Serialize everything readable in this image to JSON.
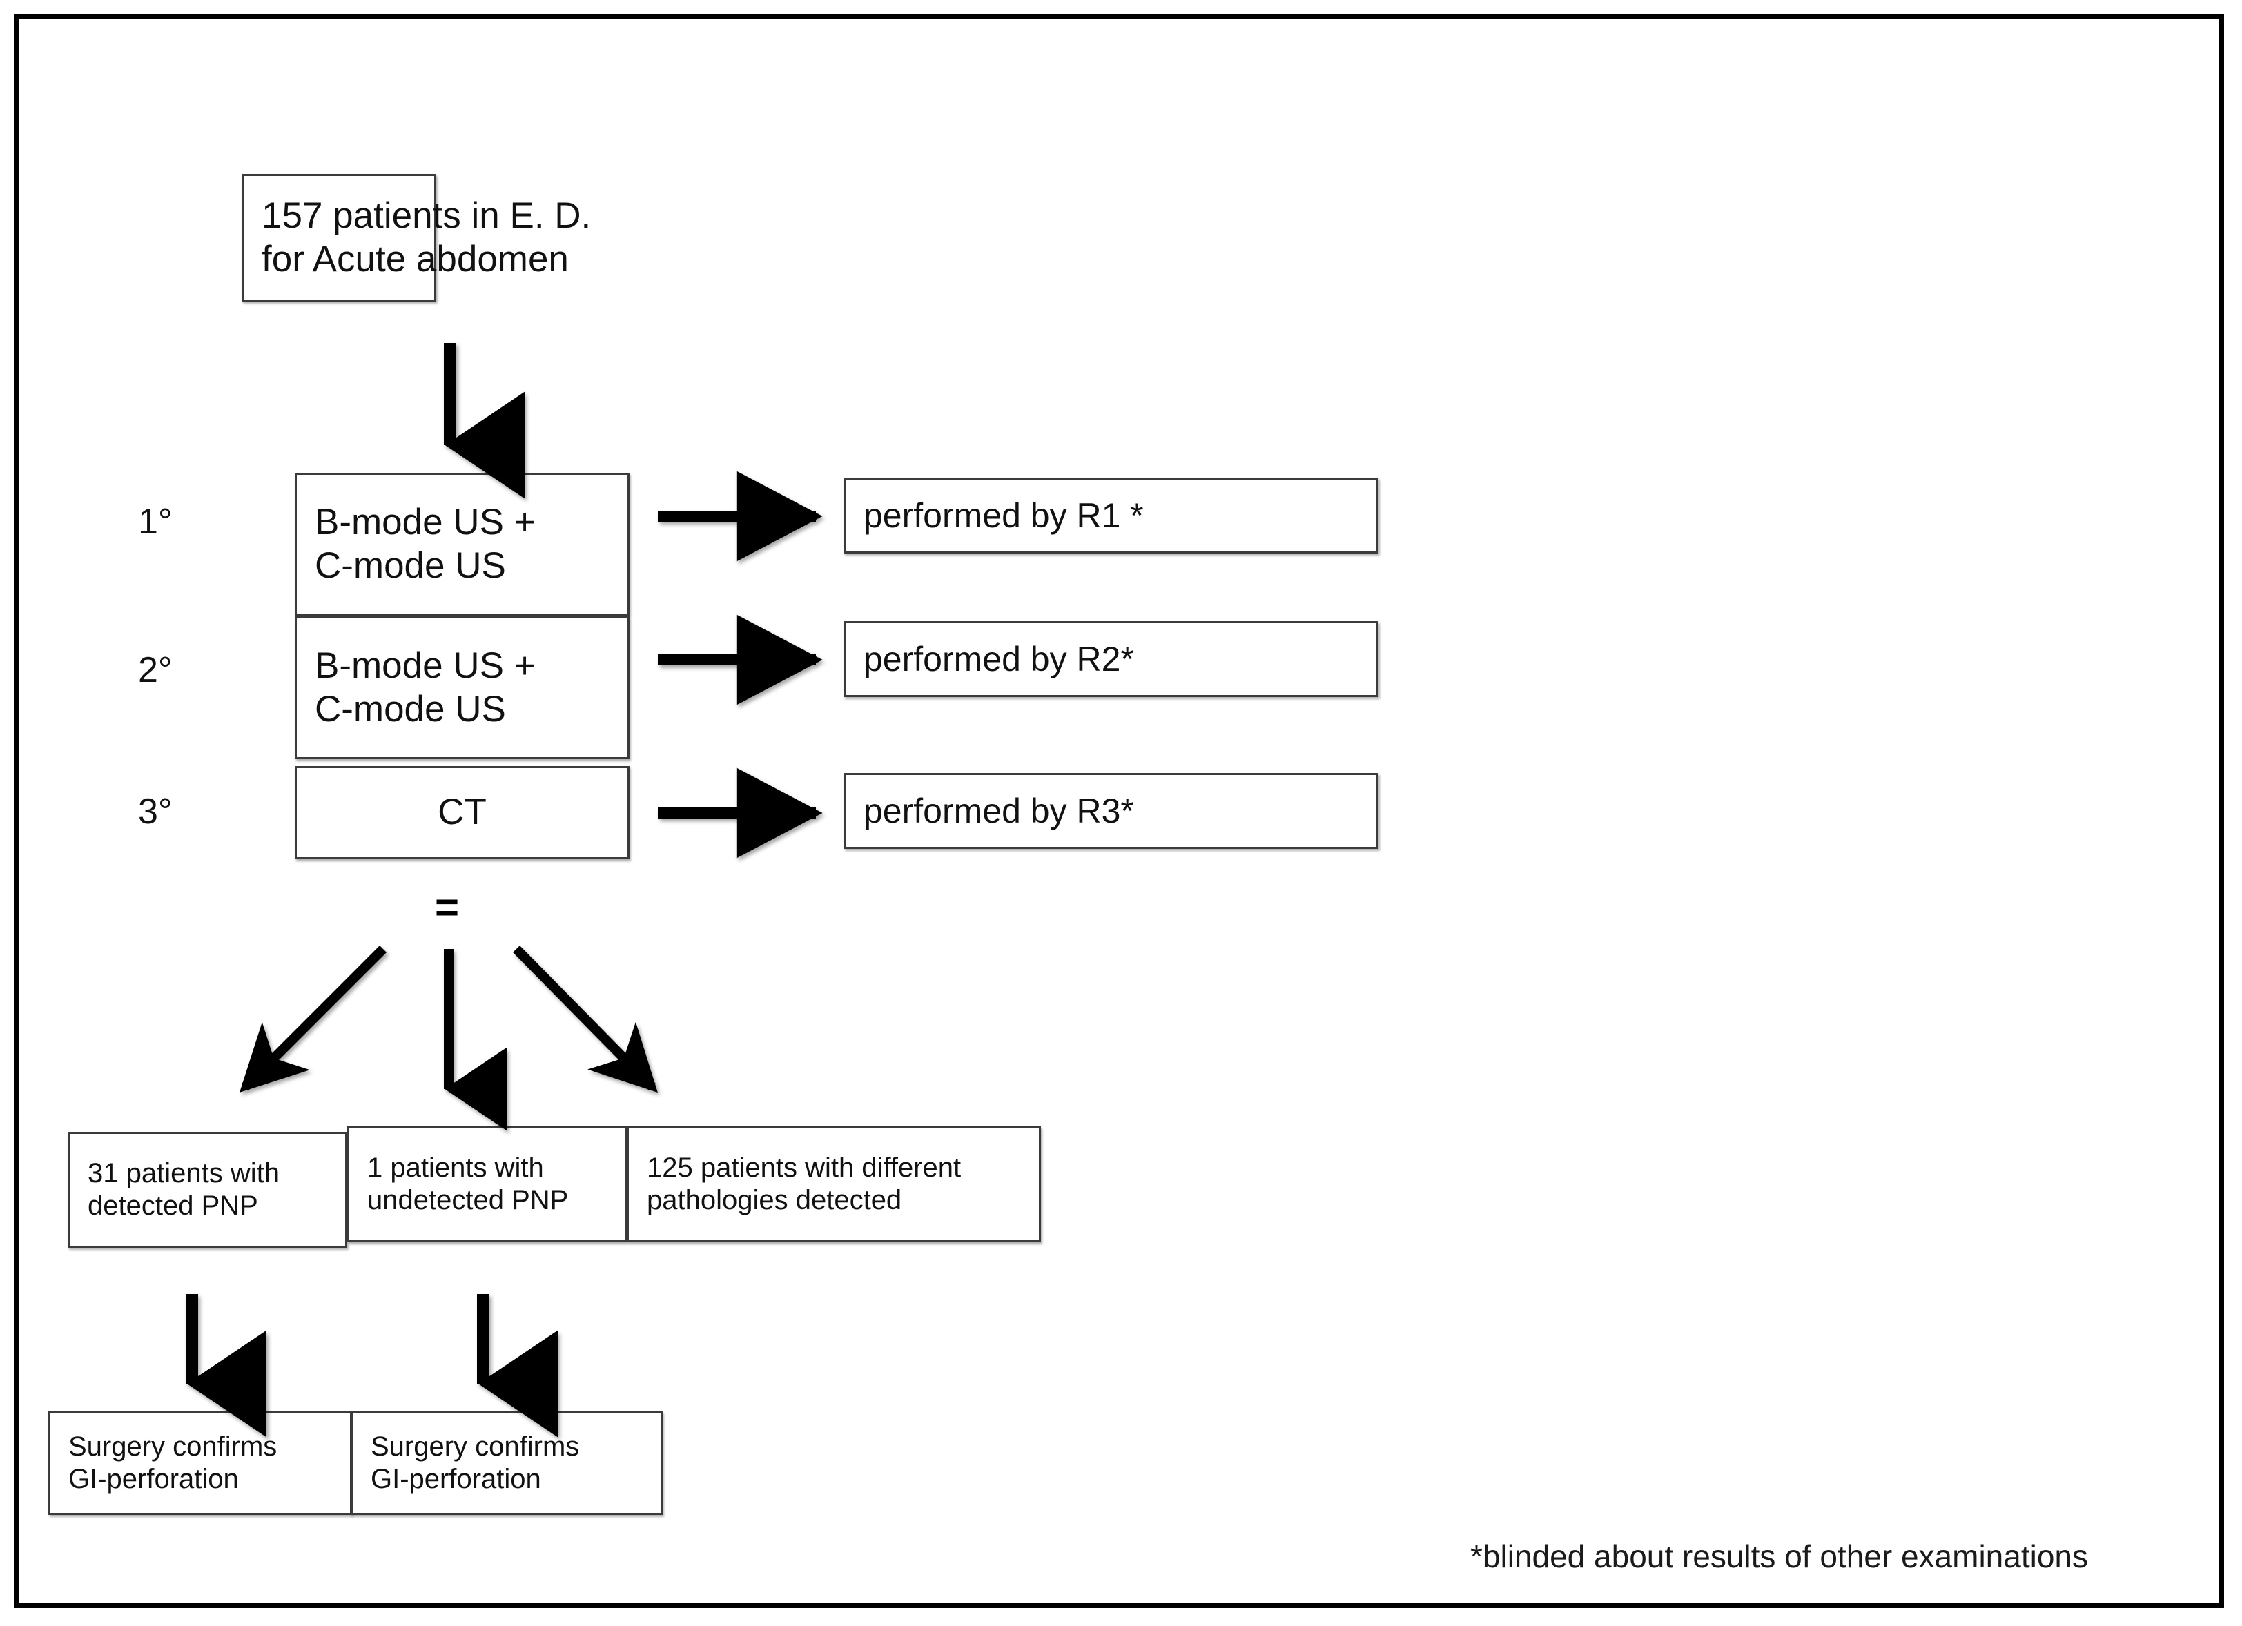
{
  "figure": {
    "kind": "study-flowchart",
    "accent_color": "#000000",
    "box_border_color": "#3b3b3b",
    "background": "#ffffff"
  },
  "nodes": {
    "enrollment": {
      "line1": "157 patients in E. D.",
      "line2": "for Acute abdomen"
    },
    "level_labels": {
      "first": "1°",
      "second": "2°",
      "third": "3°"
    },
    "exams": [
      {
        "line1": "B-mode US +",
        "line2": "C-mode US"
      },
      {
        "line1": "B-mode US +",
        "line2": "C-mode US"
      },
      {
        "line1": "CT",
        "line2": ""
      }
    ],
    "readers": [
      {
        "label": "performed by R1 *"
      },
      {
        "label": "performed by R2*"
      },
      {
        "label": "performed by R3*"
      }
    ],
    "equals_sign": "=",
    "outcomes": [
      {
        "line1": "31 patients with",
        "line2": "detected PNP"
      },
      {
        "line1": "1 patients with",
        "line2": "undetected PNP"
      },
      {
        "line1": "125 patients with different",
        "line2": "pathologies detected"
      }
    ],
    "surgery": [
      {
        "line1": "Surgery confirms",
        "line2": "GI-perforation"
      },
      {
        "line1": "Surgery confirms",
        "line2": "GI-perforation"
      }
    ]
  },
  "footnote": "*blinded about results of other examinations"
}
